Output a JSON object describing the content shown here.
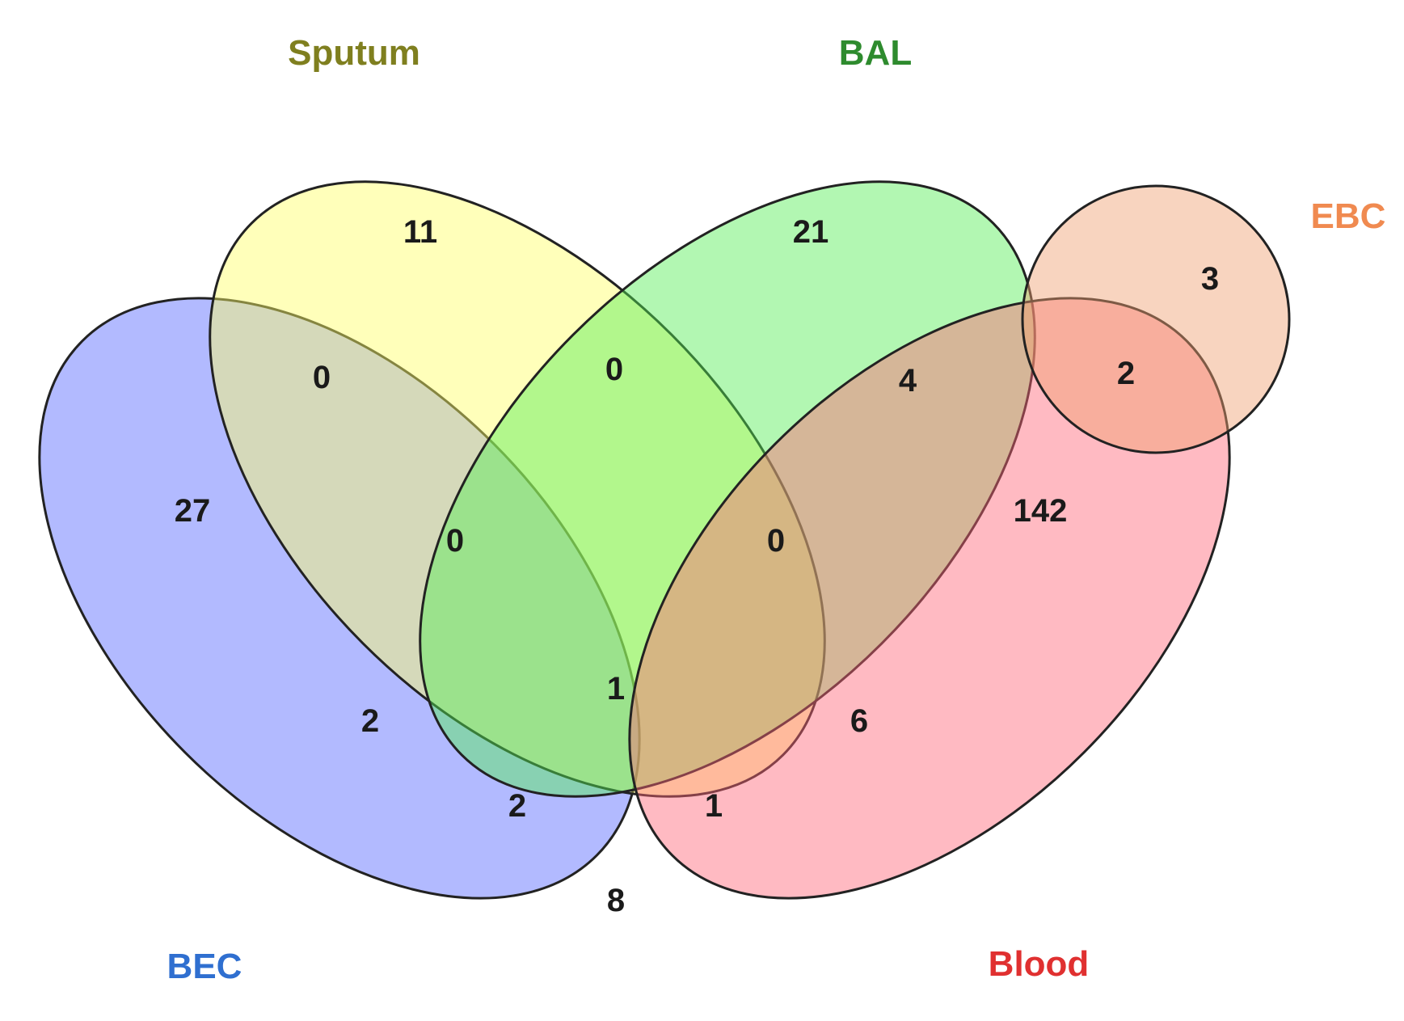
{
  "sets": {
    "sputum": {
      "label": "Sputum",
      "color": "#7f7f1f",
      "fill": "#ffff66"
    },
    "bal": {
      "label": "BAL",
      "color": "#2e8b2e",
      "fill": "#55ee55"
    },
    "ebc": {
      "label": "EBC",
      "color": "#f08a50",
      "fill": "#f0a070"
    },
    "bec": {
      "label": "BEC",
      "color": "#2f6fd0",
      "fill": "#5566ff"
    },
    "blood": {
      "label": "Blood",
      "color": "#e03030",
      "fill": "#ff6677"
    }
  },
  "regions": {
    "bec_only": "27",
    "sputum_only": "11",
    "bal_only": "21",
    "blood_only": "142",
    "ebc_only": "3",
    "ebc_blood": "2",
    "bec_sputum": "0",
    "sputum_bal": "0",
    "bal_blood": "4",
    "bec_sputum_bal": "0",
    "sputum_bal_blood": "0",
    "bec_bal": "2",
    "all_four": "1",
    "sputum_blood": "6",
    "bec_bal_blood": "2",
    "bec_sputum_blood": "1",
    "bec_blood": "8"
  }
}
